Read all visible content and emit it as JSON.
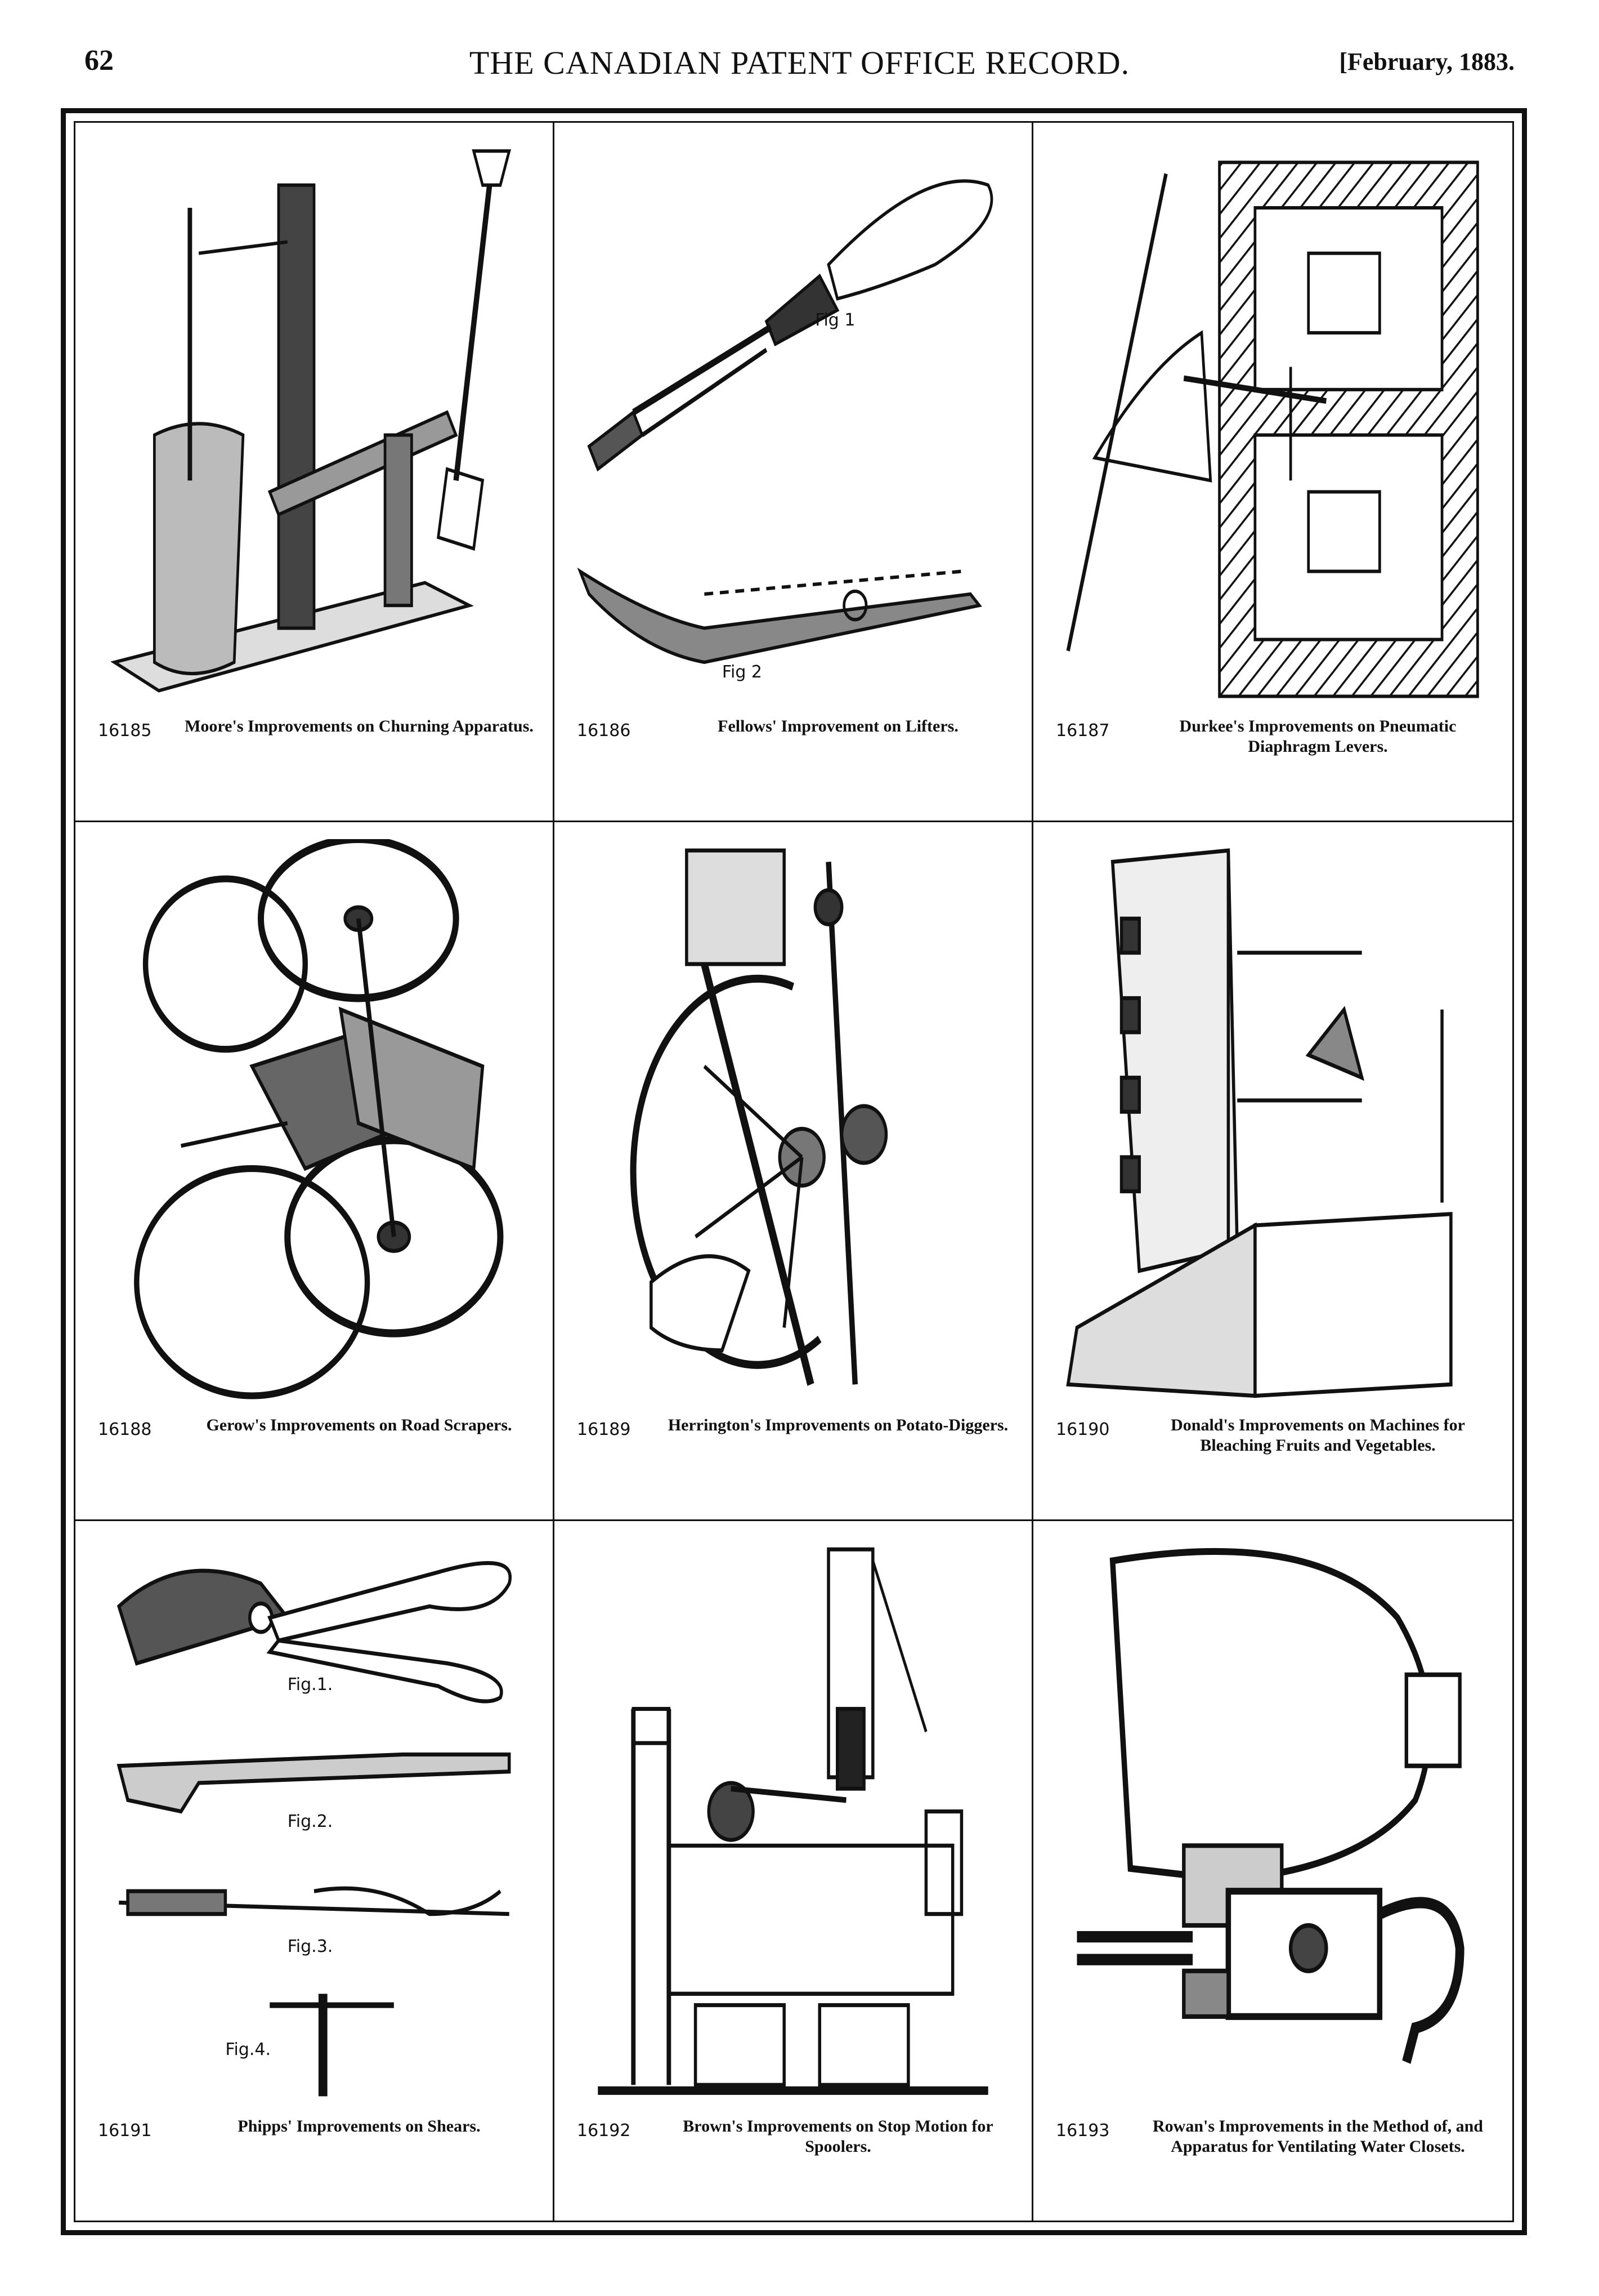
{
  "header": {
    "page_number": "62",
    "title": "THE CANADIAN PATENT OFFICE RECORD.",
    "date": "[February, 1883."
  },
  "patents": [
    {
      "number": "16185",
      "caption": "Moore's Improvements on Churning Apparatus."
    },
    {
      "number": "16186",
      "caption": "Fellows' Improvement on Lifters.",
      "fig_labels": [
        "Fig 1",
        "Fig 2"
      ]
    },
    {
      "number": "16187",
      "caption": "Durkee's Improvements on Pneumatic Diaphragm Levers."
    },
    {
      "number": "16188",
      "caption": "Gerow's Improvements on Road Scrapers."
    },
    {
      "number": "16189",
      "caption": "Herrington's Improvements on Potato-Diggers."
    },
    {
      "number": "16190",
      "caption": "Donald's Improvements on Machines for Bleaching Fruits and Vegetables."
    },
    {
      "number": "16191",
      "caption": "Phipps' Improvements on Shears.",
      "fig_labels": [
        "Fig.1.",
        "Fig.2.",
        "Fig.3.",
        "Fig.4."
      ]
    },
    {
      "number": "16192",
      "caption": "Brown's Improvements on Stop Motion for Spoolers."
    },
    {
      "number": "16193",
      "caption": "Rowan's Improvements in the Method of, and Apparatus for Ventilating Water Closets."
    }
  ]
}
